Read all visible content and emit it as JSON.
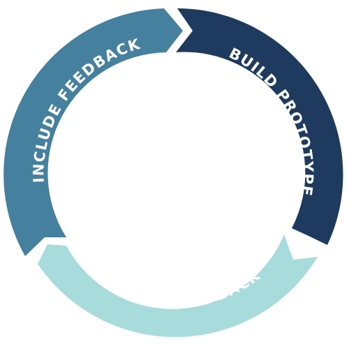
{
  "diagram": {
    "type": "cycle",
    "segments": [
      {
        "id": "build",
        "label": "BUILD PROTOTYPE",
        "color": "#1e3a5f",
        "text_color": "#ffffff"
      },
      {
        "id": "collect",
        "label": "COLLECT FEEDBACK",
        "color": "#a8dcdc",
        "text_color": "#ffffff"
      },
      {
        "id": "include",
        "label": "INCLUDE FEEDBACK",
        "color": "#46809f",
        "text_color": "#ffffff"
      }
    ]
  }
}
